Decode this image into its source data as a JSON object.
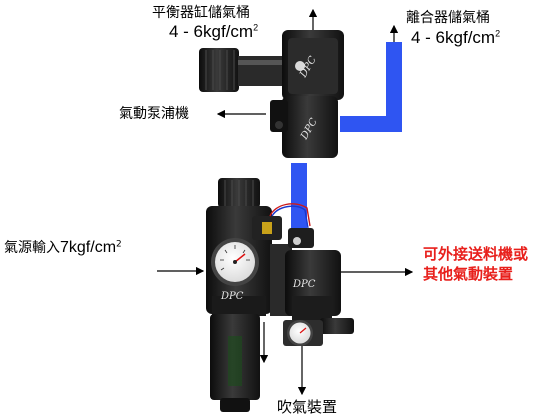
{
  "labels": {
    "pressure_cylinder_tank": "平衡器缸儲氣桶",
    "pressure_cylinder_tank_value": "4 - 6kgf/cm",
    "clutch_tank": "離合器儲氣桶",
    "clutch_tank_value": "4 - 6kgf/cm",
    "superscript": "2",
    "air_pump": "氣動泵浦機",
    "air_input_prefix": "氣源輸入",
    "air_input_value": "7kgf/cm",
    "external_line1": "可外接送料機或",
    "external_line2": "其他氣動裝置",
    "blow_device": "吹氣裝置",
    "brand_top": "DPC",
    "brand_valve": "DPC",
    "brand_filter": "DPC",
    "brand_manifold": "DPC"
  },
  "colors": {
    "pipe": "#2f55f2",
    "body": "#1c1c1c",
    "alert_text": "#e8201c"
  }
}
